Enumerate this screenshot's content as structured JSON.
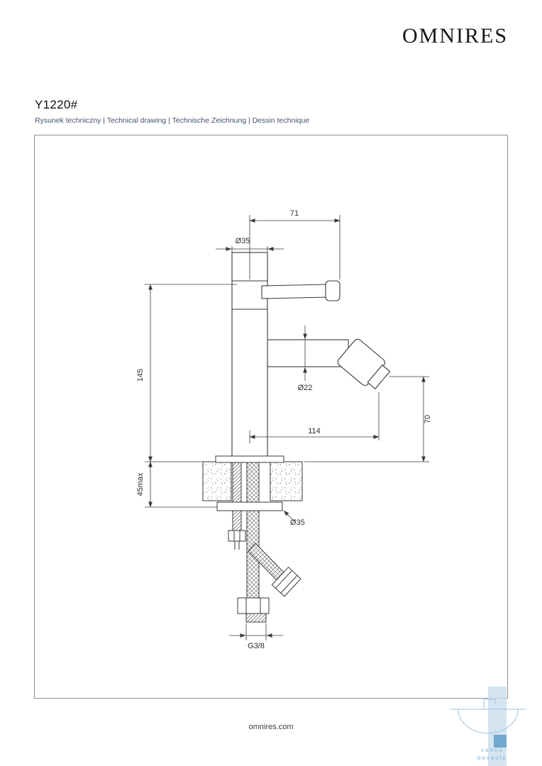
{
  "header": {
    "brand": "OMNIRES"
  },
  "product": {
    "code": "Y1220#",
    "subtitle": "Rysunek techniczny | Technical drawing | Technische Zeichnung | Dessin technique"
  },
  "drawing": {
    "labels": {
      "d71": "71",
      "dia35_top": "Ø35",
      "d145": "145",
      "dia22": "Ø22",
      "d114": "114",
      "d70": "70",
      "d45max": "45max",
      "dia35_bottom": "Ø35",
      "g38": "G3/8"
    }
  },
  "footer": {
    "url": "omnires.com"
  },
  "watermark": {
    "line1": "vannu",
    "line2": "pasaule"
  }
}
